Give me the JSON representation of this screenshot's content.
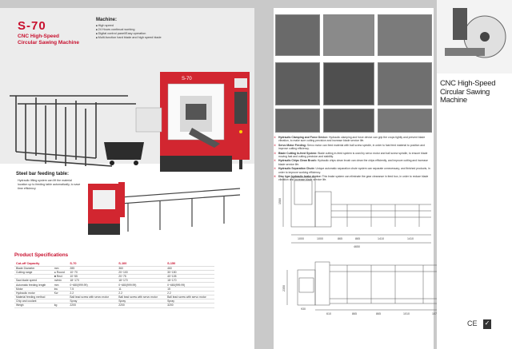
{
  "brand": {
    "model": "S-70",
    "title_line1": "CNC High-Speed",
    "title_line2": "Circular Sawing Machine",
    "machine_badge": "S-70"
  },
  "features": {
    "heading": "Machine:",
    "items": [
      "High speed",
      "24 Hours continual working",
      "Digital control panel/Easy operation",
      "Multi-function hard blade and high speed blade"
    ]
  },
  "steel_bar": {
    "title": "Steel bar feeding table:",
    "description": "Hydraulic lifting system can lift the material location up to feeding table automatically, to save time efficiency"
  },
  "specifications": {
    "title": "Product Specifications",
    "header": [
      "Cut-off Capacity",
      "",
      "S-70",
      "S-100",
      "S-150"
    ],
    "rows": [
      [
        "Blade Diameter",
        "mm",
        "285",
        "360",
        "460"
      ],
      [
        "Cutting range",
        "● Round",
        "10~70",
        "20~100",
        "30~150"
      ],
      [
        "",
        "■ Rect",
        "10~55",
        "20~75",
        "40~105"
      ],
      [
        "Saw blade speed",
        "m/min",
        "18~170",
        "18~170",
        "18~170"
      ],
      [
        "Automatic feeding length",
        "mm",
        "0~680(999.99)",
        "0~680(999.99)",
        "0~680(999.99)"
      ],
      [
        "Motor",
        "kw",
        "7.5",
        "11",
        "15"
      ],
      [
        "Hydraulic motor",
        "Kw",
        "2.2",
        "2.2",
        "2.2"
      ],
      [
        "Material feeding method",
        "",
        "Ball lead screw with servo motor",
        "Ball lead screw with servo motor",
        "Ball lead screw with servo motor"
      ],
      [
        "Chip and coolant",
        "",
        "Spray",
        "Spray",
        "Spray"
      ],
      [
        "Weigh",
        "kg",
        "2200",
        "2200",
        "3200"
      ]
    ]
  },
  "mid_bullets": [
    {
      "n": "①",
      "title": "Hydraulic Clamping and Force Device:",
      "text": "Hydraulic clamping and force device can grip the crops tightly and prevent blade vibration, to make sure cutting precision and increase blade service life."
    },
    {
      "n": "②",
      "title": "Servo Motor Feeding:",
      "text": "Servo motor can feed material with ball screw spindle, in order to fast feed material to position and improve cutting efficiency."
    },
    {
      "n": "③",
      "title": "Blade Cutting In-feed System:",
      "text": "Blade cutting in-feed system is used by servo motor and ball screw spindle, to ensure blade moving fast and cutting precision and stability."
    },
    {
      "n": "④",
      "title": "Hydraulic Chips Clean Brush:",
      "text": "Hydraulic chips clean brush can clean the chips efficiently, and improve cutting and increase blade service life."
    },
    {
      "n": "⑤",
      "title": "Hydraulic Separation Chute:",
      "text": "Unique automatic separation chute system can separate unnecessary, and finished products, in order to improve working efficiency."
    },
    {
      "n": "⑥",
      "title": "Disc type hydraulic brake device:",
      "text": "This brake system can eliminate the gear clearance in feed box, in order to reduce blade vibration and increase blade service life."
    }
  ],
  "right_title": {
    "line1": "CNC High-Speed",
    "line2": "Circular Sawing",
    "line3": "Machine"
  },
  "dimensions_top": {
    "height": "1580",
    "segments": [
      "1000",
      "1000",
      "865",
      "865",
      "1410",
      "1410"
    ],
    "total": "4650"
  },
  "dimensions_bottom": {
    "height_left": "2350",
    "height_right": "1170",
    "sub": "930",
    "segments": [
      "610",
      "865",
      "865",
      "1010",
      "1070"
    ]
  },
  "marks": {
    "ce": "CE",
    "cert": "✓"
  },
  "colors": {
    "brand_red": "#c8102e",
    "machine_red": "#d22630"
  }
}
